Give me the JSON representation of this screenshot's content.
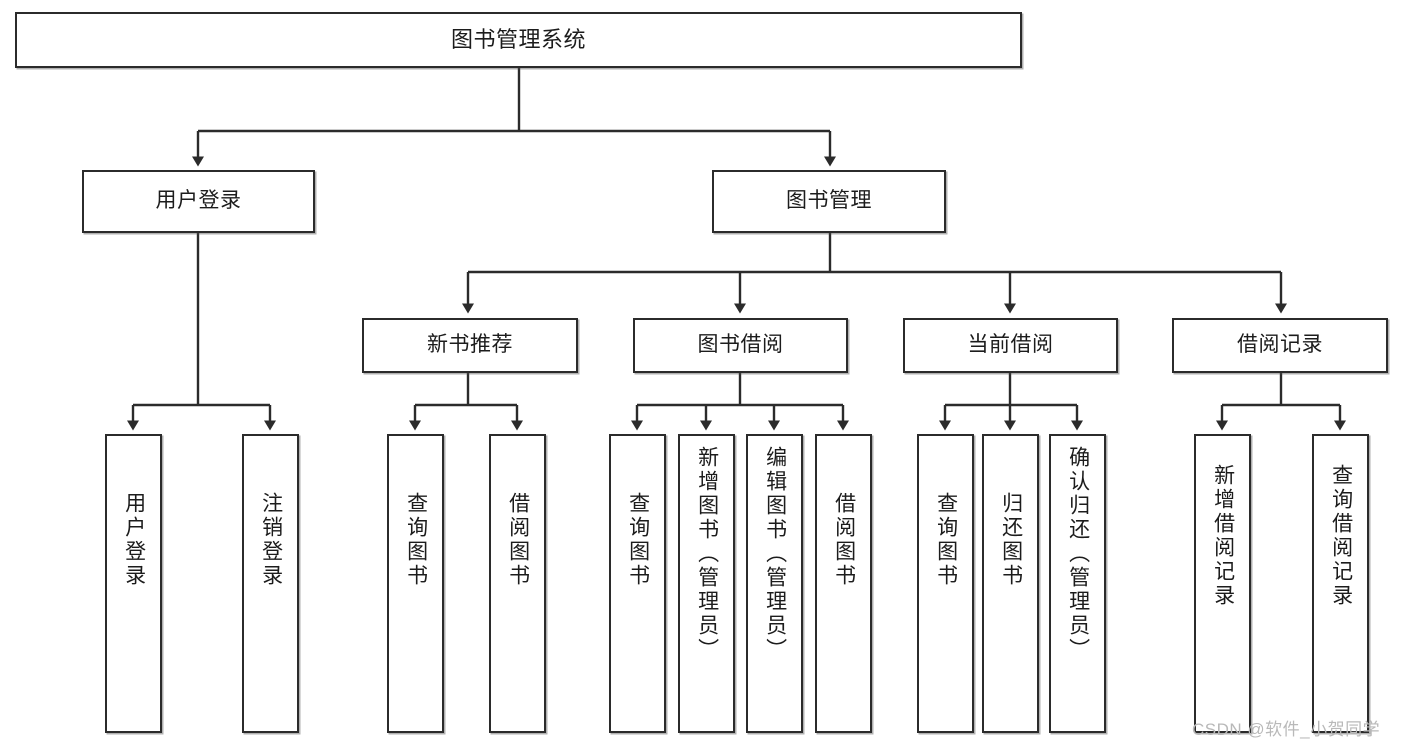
{
  "diagram": {
    "title": "图书管理系统",
    "type": "tree-hierarchy-diagram",
    "colors": {
      "box_border": "#2b2b2b",
      "box_fill": "#ffffff",
      "connector": "#2b2b2b",
      "watermark": "#b9b9b9"
    },
    "root": {
      "label": "图书管理系统"
    },
    "level2": [
      {
        "label": "用户登录"
      },
      {
        "label": "图书管理"
      }
    ],
    "level3": [
      {
        "label": "新书推荐"
      },
      {
        "label": "图书借阅"
      },
      {
        "label": "当前借阅"
      },
      {
        "label": "借阅记录"
      }
    ],
    "leaves": {
      "user_login": [
        {
          "label": "用户登录"
        },
        {
          "label": "注销登录"
        }
      ],
      "new_book_recommend": [
        {
          "label": "查询图书"
        },
        {
          "label": "借阅图书"
        }
      ],
      "book_borrow": [
        {
          "label": "查询图书"
        },
        {
          "label": "新增图书（管理员）"
        },
        {
          "label": "编辑图书（管理员）"
        },
        {
          "label": "借阅图书"
        }
      ],
      "current_borrow": [
        {
          "label": "查询图书"
        },
        {
          "label": "归还图书"
        },
        {
          "label": "确认归还（管理员）"
        }
      ],
      "borrow_record": [
        {
          "label": "新增借阅记录"
        },
        {
          "label": "查询借阅记录"
        }
      ]
    }
  },
  "watermark": {
    "text": "CSDN @软件_小贺同学"
  }
}
